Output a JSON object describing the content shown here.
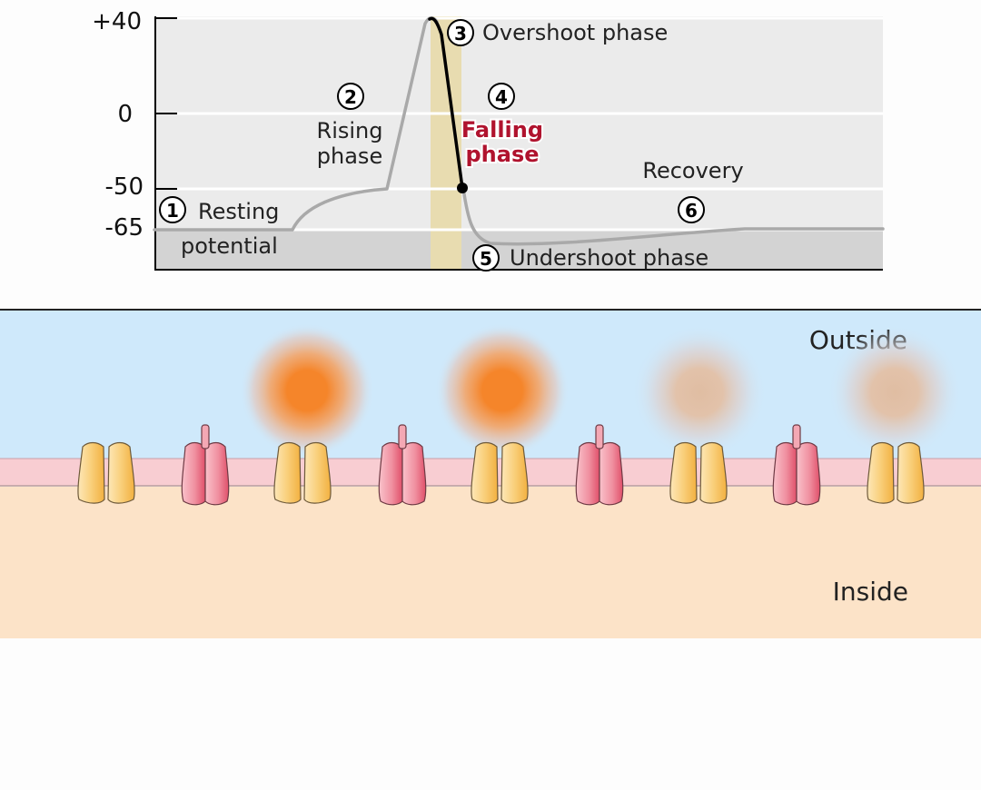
{
  "graph": {
    "y_ticks": [
      "+40",
      "0",
      "-50",
      "-65"
    ],
    "phases": [
      {
        "number": "1",
        "label_line1": "Resting",
        "label_line2": "potential"
      },
      {
        "number": "2",
        "label_line1": "Rising",
        "label_line2": "phase"
      },
      {
        "number": "3",
        "label_line1": "Overshoot phase"
      },
      {
        "number": "4",
        "label_line1": "Falling",
        "label_line2": "phase"
      },
      {
        "number": "5",
        "label_line1": "Undershoot phase"
      },
      {
        "number": "6",
        "label_line1": "Recovery"
      }
    ],
    "colors": {
      "plot_background": "#ebebeb",
      "below_resting_band": "#d3d3d3",
      "highlight_band": "#e8dcb0",
      "trace": "#a9a9a9",
      "active_trace": "#000000",
      "active_label": "#b0132e"
    }
  },
  "membrane": {
    "outside_label": "Outside",
    "inside_label": "Inside",
    "colors": {
      "outside": "#cfe9fb",
      "membrane": "#f8cdd2",
      "inside": "#fce3c8",
      "sodium_channel": "#f08fa0",
      "potassium_channel": "#f7c56a",
      "ion_cloud_active": "#f5852a",
      "ion_cloud_faded": "#e3bfa4"
    }
  }
}
